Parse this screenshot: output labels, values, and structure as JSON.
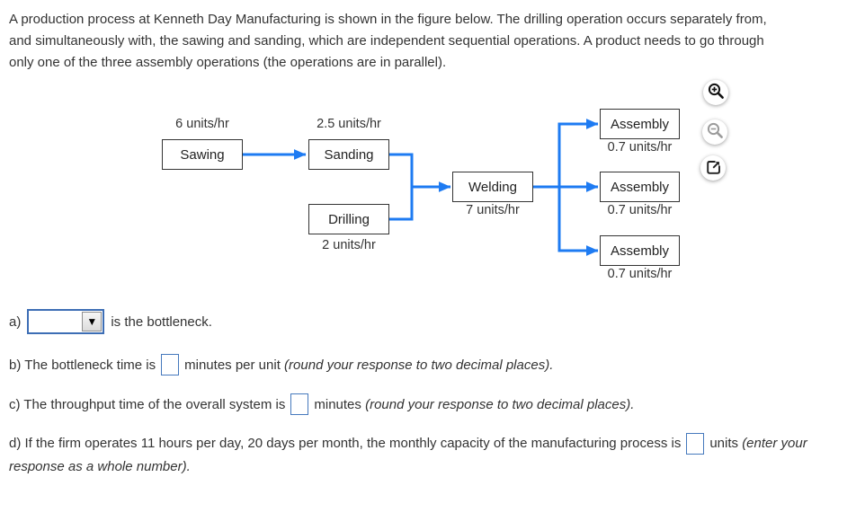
{
  "intro_lines": [
    "A production process at Kenneth Day Manufacturing is shown in the figure below. The drilling operation occurs separately from,",
    "and simultaneously with, the sawing and sanding, which are independent sequential operations. A product needs to go through",
    "only one of the three assembly operations (the operations are in parallel)."
  ],
  "diagram": {
    "nodes": [
      {
        "id": "sawing",
        "label": "Sawing",
        "rate": "6 units/hr",
        "rate_position": "above"
      },
      {
        "id": "sanding",
        "label": "Sanding",
        "rate": "2.5 units/hr",
        "rate_position": "above"
      },
      {
        "id": "drilling",
        "label": "Drilling",
        "rate": "2 units/hr",
        "rate_position": "below"
      },
      {
        "id": "welding",
        "label": "Welding",
        "rate": "7 units/hr",
        "rate_position": "below"
      },
      {
        "id": "assembly-1",
        "label": "Assembly",
        "rate": "0.7 units/hr",
        "rate_position": "below"
      },
      {
        "id": "assembly-2",
        "label": "Assembly",
        "rate": "0.7 units/hr",
        "rate_position": "below"
      },
      {
        "id": "assembly-3",
        "label": "Assembly",
        "rate": "0.7 units/hr",
        "rate_position": "below"
      }
    ],
    "icons": [
      {
        "name": "zoom-in"
      },
      {
        "name": "zoom-out"
      },
      {
        "name": "open-in-new-window"
      }
    ],
    "colors": {
      "arrow": "#1e7bf2",
      "node_border": "#333333"
    }
  },
  "questions": {
    "a": {
      "prefix": "a)",
      "dropdown_value": "",
      "suffix": "is the bottleneck."
    },
    "b": {
      "before": "b) The bottleneck time is",
      "input_value": "",
      "after": "minutes per unit",
      "note": "(round your response to two decimal places)."
    },
    "c": {
      "before": "c) The throughput time of the overall system is",
      "input_value": "",
      "after": "minutes",
      "note": "(round your response to two decimal places)."
    },
    "d": {
      "before": "d) If the firm operates 11 hours per day, 20 days per month, the monthly capacity of the manufacturing process is",
      "input_value": "",
      "after": "units",
      "note": "(enter your response as a whole number)."
    }
  },
  "colors": {
    "accent_blue": "#1e7bf2",
    "input_border": "#4679bd",
    "dropdown_border": "#3d6eb5",
    "text": "#333333",
    "disabled_icon": "#9b9b9b"
  }
}
